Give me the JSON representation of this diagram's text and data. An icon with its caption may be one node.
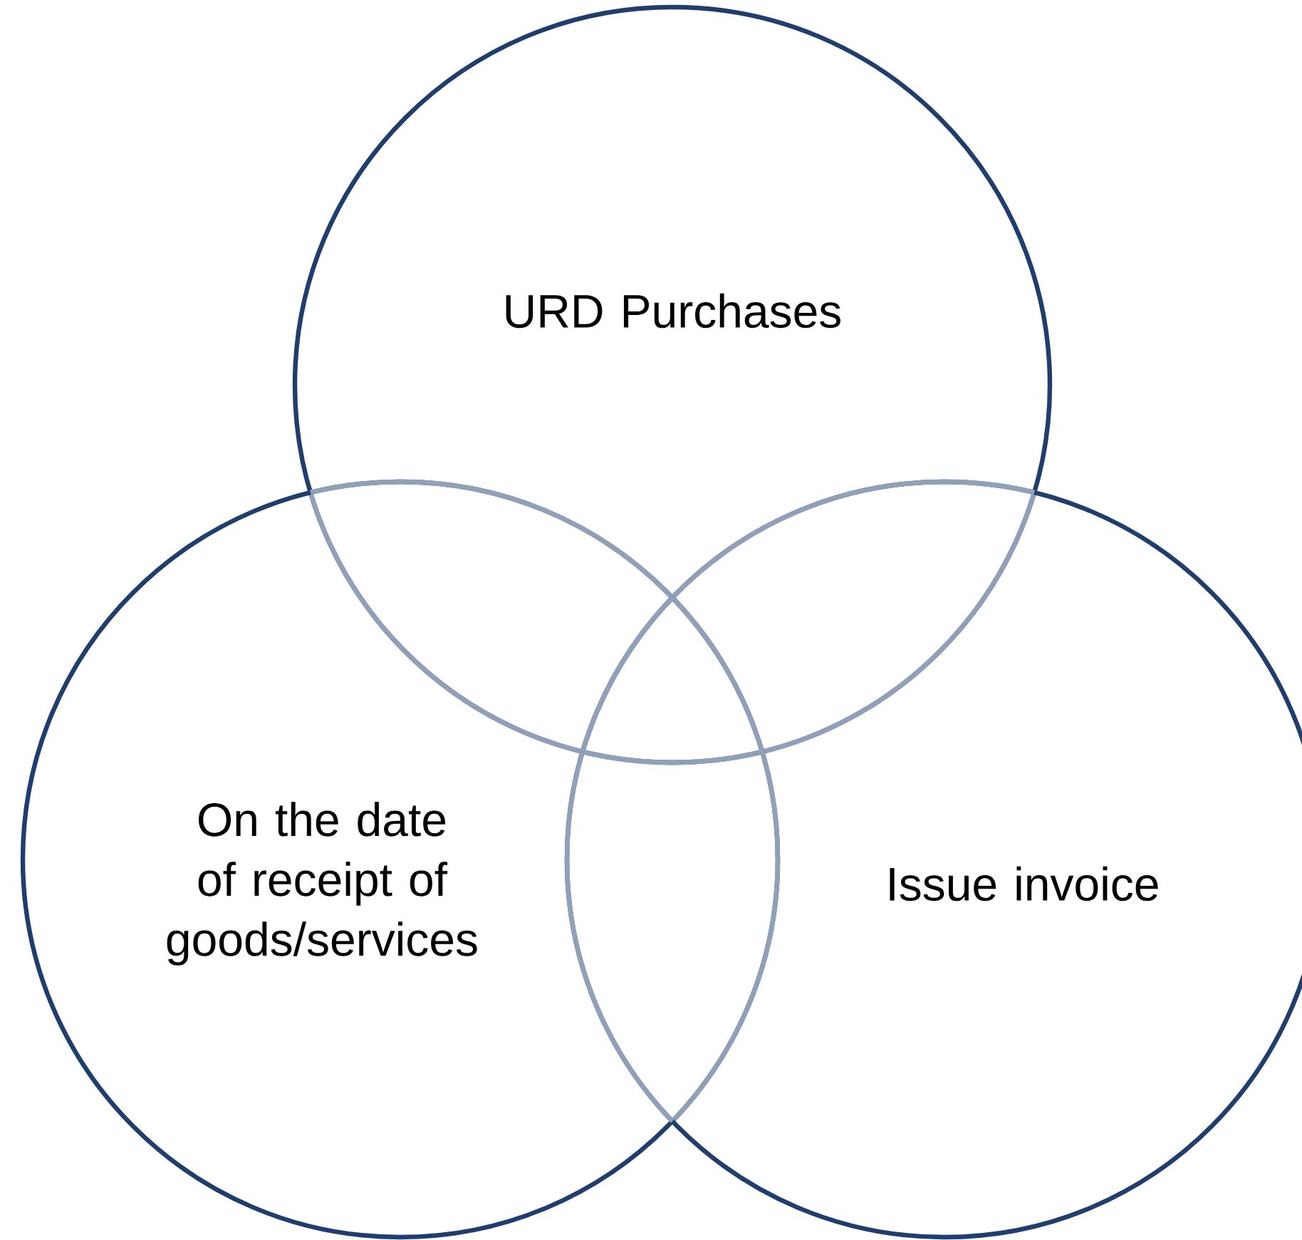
{
  "diagram": {
    "nodes": [
      {
        "text": [
          "URD Purchases"
        ]
      },
      {
        "text": [
          "On the date of receipt of goods/services"
        ]
      },
      {
        "text": [
          "Issue invoice"
        ]
      }
    ]
  }
}
